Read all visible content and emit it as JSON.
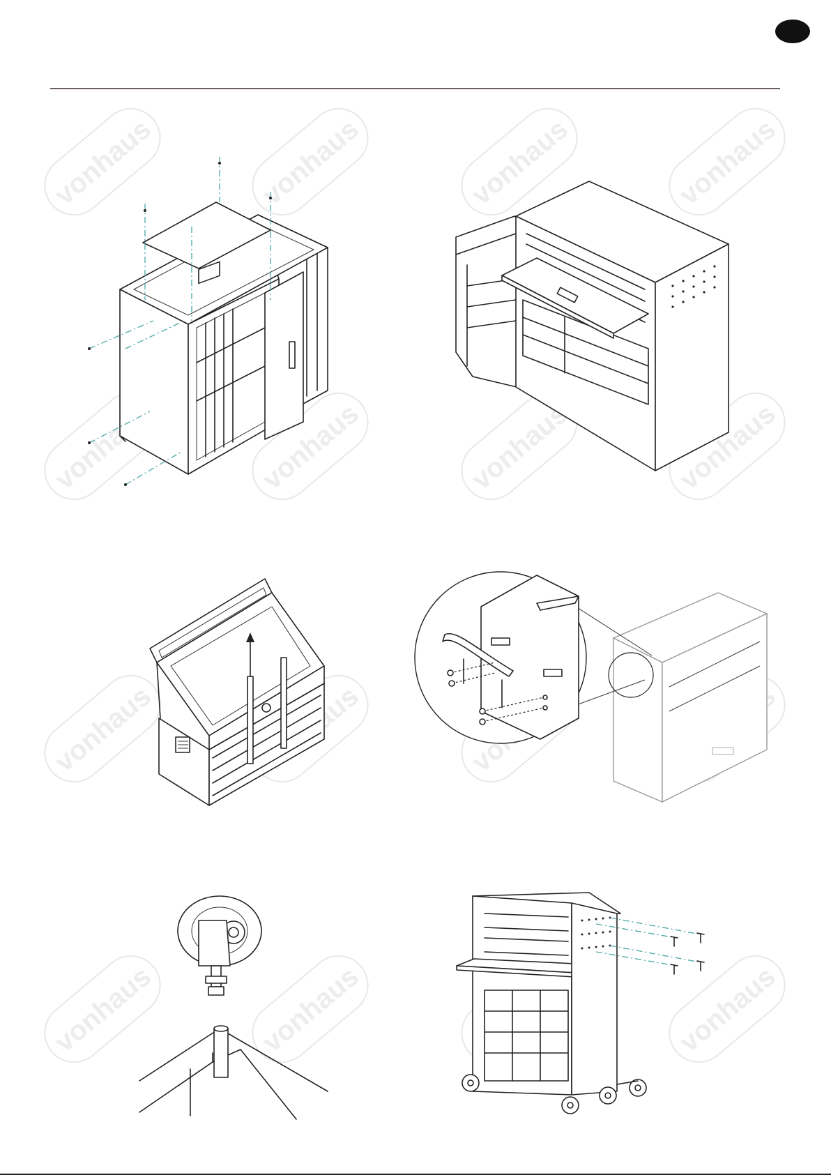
{
  "page": {
    "brand_watermark": "vonhaus",
    "badge_icon": "page-marker-oval",
    "accent_colors": {
      "rule": "#6b5f5a",
      "guide_lines": "#4aa7a7",
      "watermark": "#e6e6e6"
    }
  },
  "figures": [
    {
      "id": "fig-1",
      "icon": "cabinet-top-panel-assembly-illustration"
    },
    {
      "id": "fig-2",
      "icon": "assembled-cabinets-with-slide-shelf-illustration"
    },
    {
      "id": "fig-3",
      "icon": "tool-chest-lid-open-illustration"
    },
    {
      "id": "fig-4",
      "icon": "side-handle-attachment-detail-illustration"
    },
    {
      "id": "fig-5",
      "icon": "caster-wheel-insertion-illustration"
    },
    {
      "id": "fig-6",
      "icon": "roller-cabinet-side-hooks-illustration"
    }
  ]
}
